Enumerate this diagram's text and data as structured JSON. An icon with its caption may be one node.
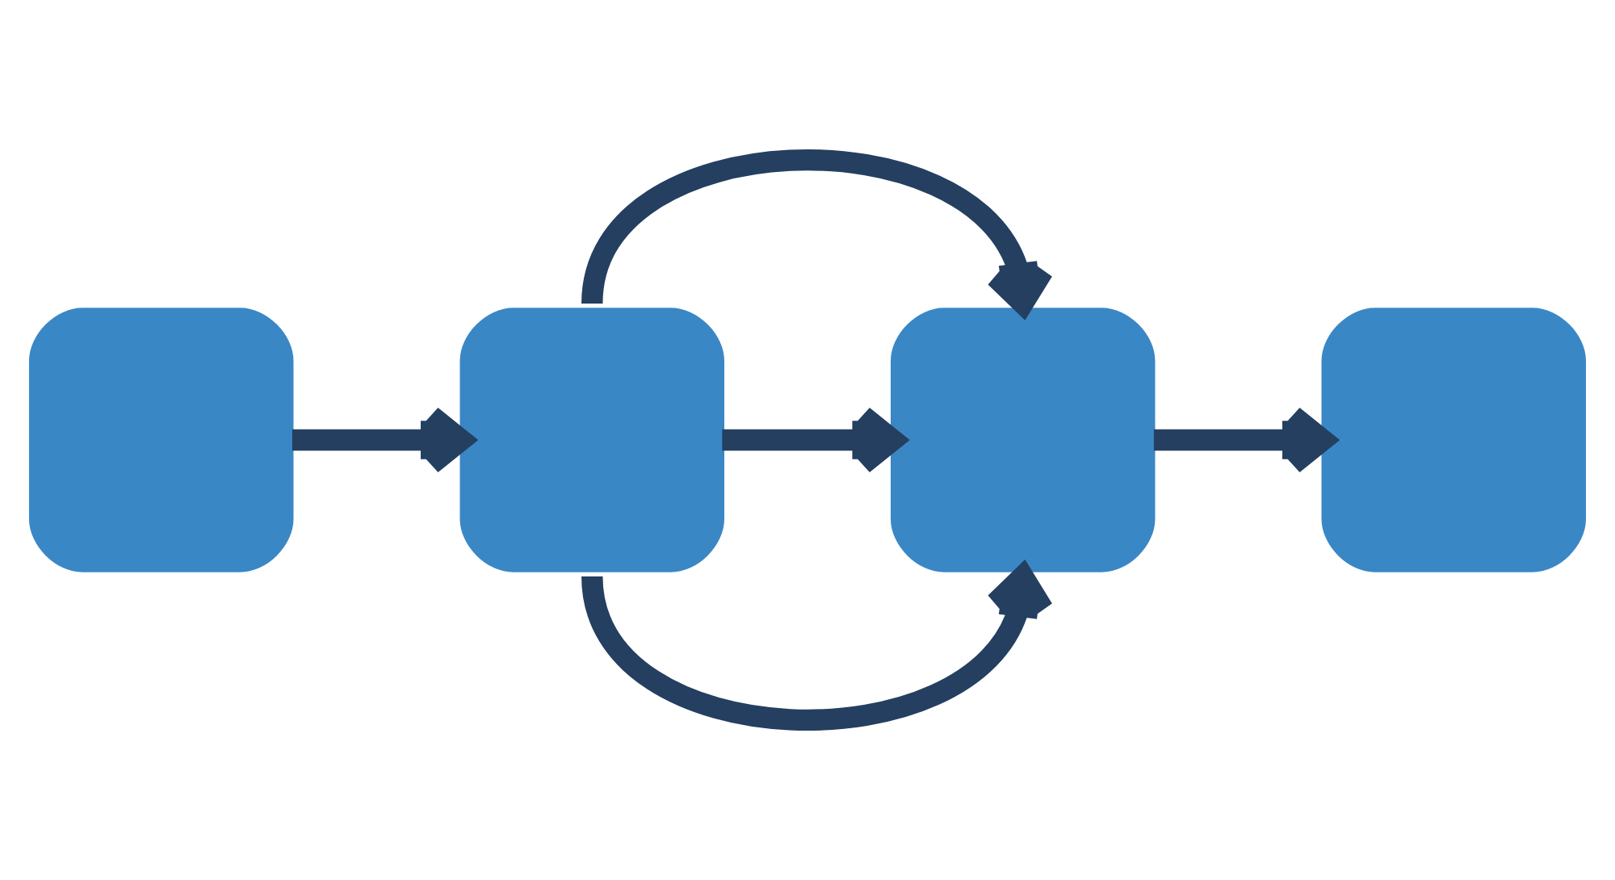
{
  "diagram": {
    "nodes": [
      {
        "text": [],
        "shape": "box"
      },
      {
        "text": [],
        "shape": "box"
      },
      {
        "text": [],
        "shape": "box"
      },
      {
        "text": [],
        "shape": "box"
      }
    ],
    "edges": [
      {
        "from": 0,
        "to": 1,
        "arrow": "to"
      },
      {
        "from": 1,
        "to": 2,
        "arrow": "to"
      },
      {
        "from": 1,
        "to": 2,
        "arrow": "to"
      },
      {
        "from": 1,
        "to": 2,
        "arrow": "to"
      },
      {
        "from": 2,
        "to": 3,
        "arrow": "to"
      }
    ]
  }
}
